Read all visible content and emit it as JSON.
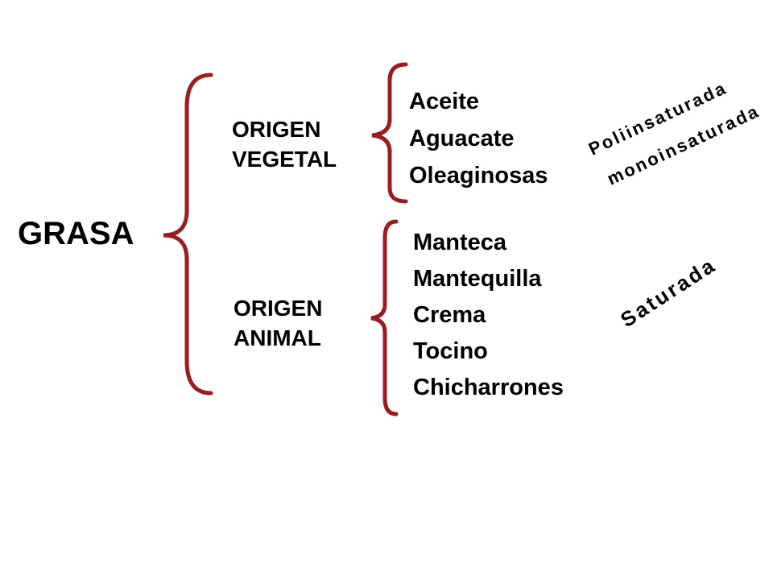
{
  "root": "GRASA",
  "categories": [
    {
      "label_line1": "ORIGEN",
      "label_line2": "VEGETAL",
      "items": [
        "Aceite",
        "Aguacate",
        "Oleaginosas"
      ],
      "type_lines": [
        "Poliinsaturada",
        "monoinsaturada"
      ]
    },
    {
      "label_line1": "ORIGEN",
      "label_line2": "ANIMAL",
      "items": [
        "Manteca",
        "Mantequilla",
        "Crema",
        "Tocino",
        "Chicharrones"
      ],
      "type_lines": [
        "Saturada"
      ]
    }
  ],
  "colors": {
    "brace": "#9b1c1f",
    "text": "#000000"
  }
}
